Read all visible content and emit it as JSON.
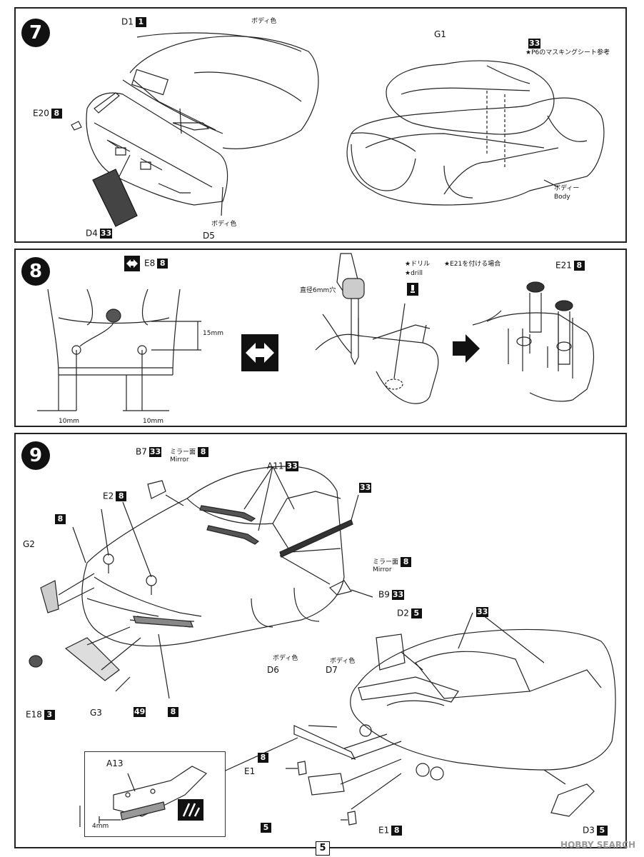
{
  "step7": {
    "number": "7",
    "d1": {
      "code": "D1",
      "badge": "1"
    },
    "body_color_top": "ボディ色",
    "e20": {
      "code": "E20",
      "badge": "8"
    },
    "d4": {
      "code": "D4",
      "badge": "33"
    },
    "d5": {
      "code": "D5",
      "note": "ボディ色"
    },
    "g1": {
      "code": "G1"
    },
    "mask_badge": "33",
    "mask_note": "★P6のマスキングシート参考",
    "body_jp": "ボディー",
    "body_en": "Body"
  },
  "step8": {
    "number": "8",
    "e8": {
      "code": "E8",
      "badge": "8"
    },
    "dim_15": "15mm",
    "dim_10a": "10mm",
    "dim_10b": "10mm",
    "drill_jp": "★ドリル",
    "drill_en": "★drill",
    "hole_label": "直径6mm穴",
    "e21_note": "★E21を付ける場合",
    "e21": {
      "code": "E21",
      "badge": "8"
    }
  },
  "step9": {
    "number": "9",
    "b7": {
      "code": "B7",
      "badge": "33"
    },
    "mirror_jp_top": "ミラー面",
    "mirror_badge_top": "8",
    "mirror_en_top": "Mirror",
    "a11": {
      "code": "A11",
      "badge": "33"
    },
    "badge_33_right": "33",
    "e2": {
      "code": "E2",
      "badge": "8"
    },
    "g2": {
      "code": "G2"
    },
    "badge_8_left": "8",
    "mirror_jp_mid": "ミラー面",
    "mirror_badge_mid": "8",
    "mirror_en_mid": "Mirror",
    "b9": {
      "code": "B9",
      "badge": "33"
    },
    "d2": {
      "code": "D2",
      "badge": "5"
    },
    "badge_33_roof": "33",
    "body_color_d6": "ボディ色",
    "d6": {
      "code": "D6"
    },
    "body_color_d7": "ボディ色",
    "d7": {
      "code": "D7"
    },
    "e18": {
      "code": "E18",
      "badge": "3"
    },
    "g3": {
      "code": "G3"
    },
    "badge_49": "49",
    "badge_8_bottom": "8",
    "e1_left": {
      "code": "E1",
      "badge": "8"
    },
    "a13": {
      "code": "A13"
    },
    "dim_4": "4mm",
    "badge_5_bottom": "5",
    "e1_bottom": {
      "code": "E1",
      "badge": "8"
    },
    "d3": {
      "code": "D3",
      "badge": "5"
    }
  },
  "footer": {
    "page": "5",
    "watermark": "HOBBY SEARCH"
  }
}
